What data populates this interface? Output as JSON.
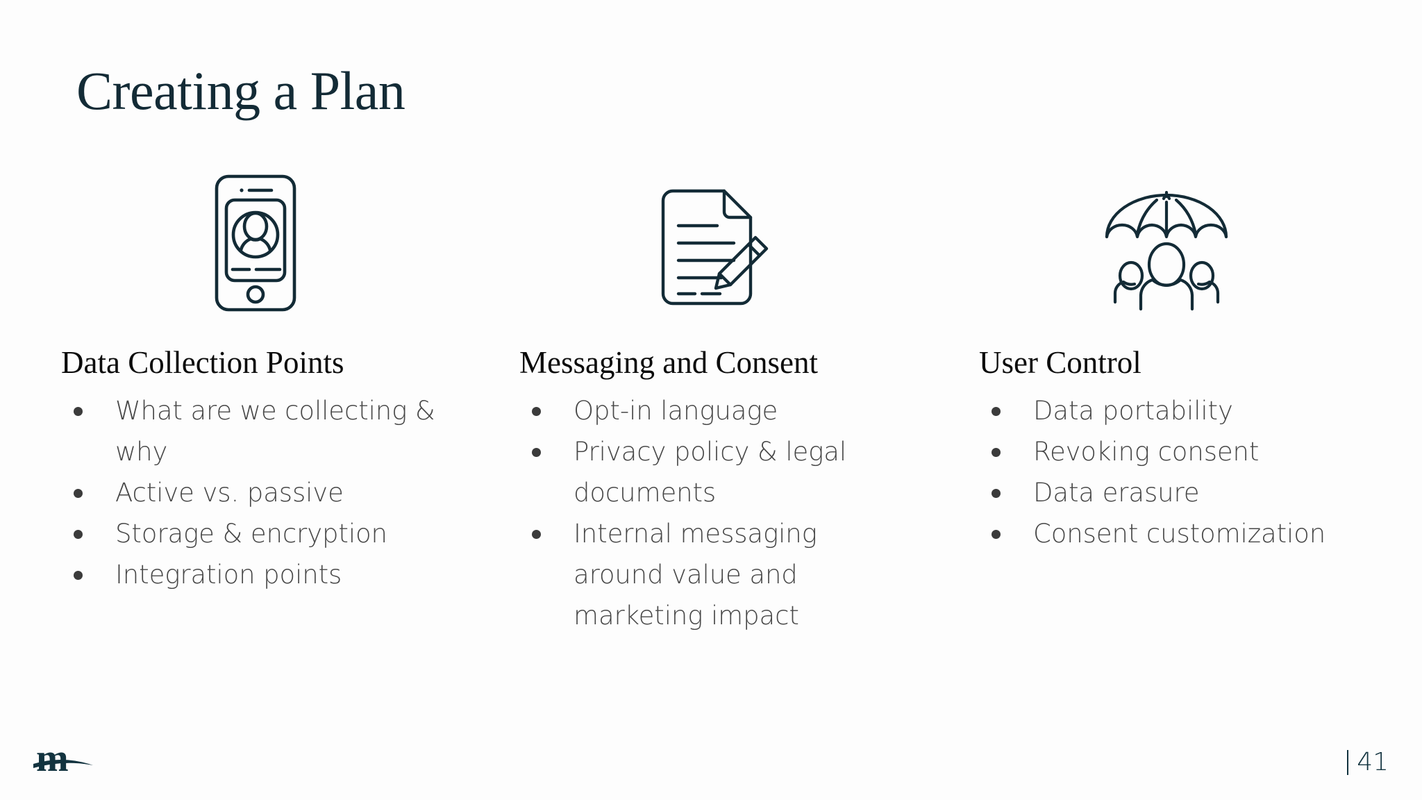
{
  "slide": {
    "title": "Creating a Plan",
    "background_color": "#fdfdfd",
    "accent_color": "#132b36",
    "heading_color": "#0b0b0b",
    "body_color": "#474747"
  },
  "columns": [
    {
      "icon_name": "smartphone-user-icon",
      "heading": "Data Collection Points",
      "bullets": [
        "What are we collecting & why",
        "Active vs. passive",
        "Storage & encryption",
        "Integration points"
      ]
    },
    {
      "icon_name": "document-pencil-icon",
      "heading": "Messaging and Consent",
      "bullets": [
        "Opt-in language",
        "Privacy policy & legal documents",
        "Internal messaging around value and marketing impact"
      ]
    },
    {
      "icon_name": "umbrella-people-icon",
      "heading": "User Control",
      "bullets": [
        "Data portability",
        "Revoking consent",
        "Data erasure",
        "Consent customization"
      ]
    }
  ],
  "footer": {
    "logo_name": "mightily-m-logo",
    "page_separator": "|",
    "page_number": "41"
  }
}
